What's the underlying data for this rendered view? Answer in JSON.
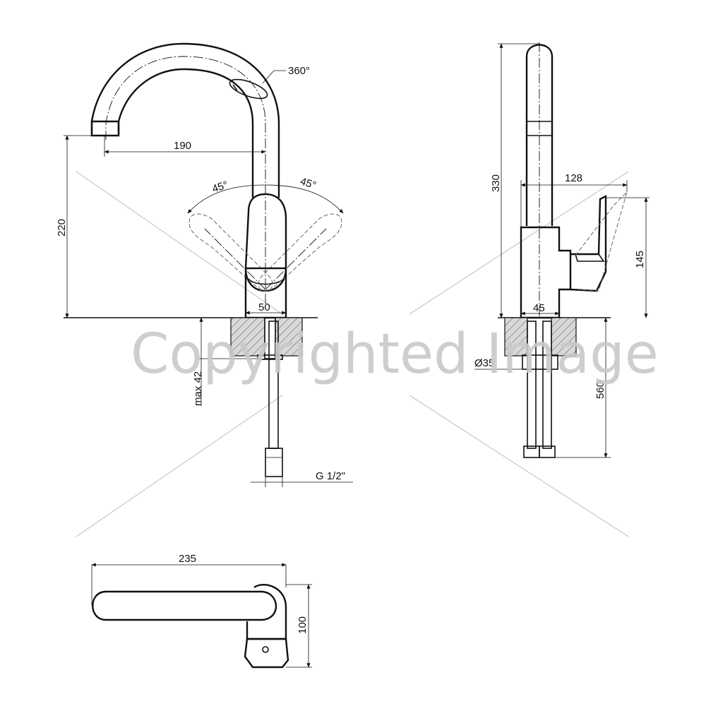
{
  "labels": {
    "rotation": "360°",
    "reach": "190",
    "angle_left": "45°",
    "angle_right": "45°",
    "height_spout": "220",
    "base_width": "50",
    "max_thickness": "max 42",
    "thread": "G 1/2\"",
    "total_height": "330",
    "lever_offset": "128",
    "lever_height": "145",
    "body_width": "45",
    "hole_diameter": "Ø35",
    "hose_length": "560",
    "top_length": "235",
    "top_depth": "100"
  },
  "watermark": "Copyrighted Image"
}
